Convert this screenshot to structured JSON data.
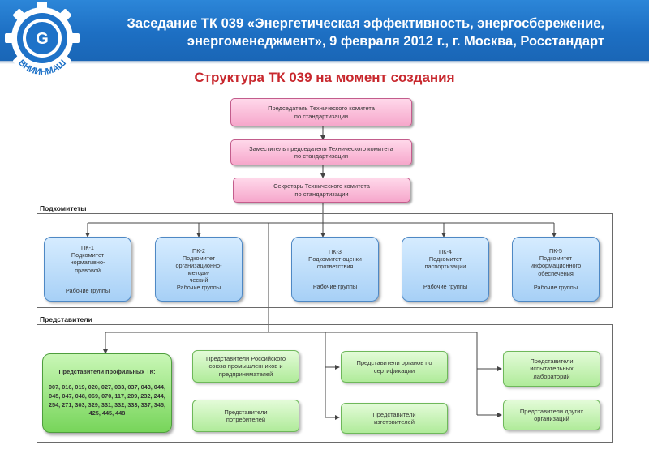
{
  "header": {
    "line1": "Заседание ТК 039 «Энергетическая эффективность, энергосбережение,",
    "line2": "энергоменеджмент», 9 февраля 2012 г., г. Москва, Росстандарт",
    "logo_text": "ВНИИНМАШ",
    "colors": {
      "band": "#1d6fc3",
      "logo": "#1e72c8"
    }
  },
  "title": "Структура ТК 039 на момент создания",
  "chairman": {
    "line1": "Председатель Технического комитета",
    "line2": "по стандартизации"
  },
  "deputy": {
    "line1": "Заместитель председателя Технического комитета",
    "line2": "по стандартизации"
  },
  "secretary": {
    "line1": "Секретарь Технического комитета",
    "line2": "по стандартизации"
  },
  "subcommittees_label": "Подкомитеты",
  "subcommittees": [
    {
      "code": "ПК-1",
      "lines": [
        "Подкомитет",
        "нормативно-",
        "правовой"
      ],
      "groups": "Рабочие группы"
    },
    {
      "code": "ПК-2",
      "lines": [
        "Подкомитет",
        "организационно-",
        "методи-",
        "ческий"
      ],
      "groups": "Рабочие группы"
    },
    {
      "code": "ПК-3",
      "lines": [
        "Подкомитет оценки",
        "соответствия"
      ],
      "groups": "Рабочие группы"
    },
    {
      "code": "ПК-4",
      "lines": [
        "Подкомитет",
        "паспортизации"
      ],
      "groups": "Рабочие группы"
    },
    {
      "code": "ПК-5",
      "lines": [
        "Подкомитет",
        "информационного",
        "обеспечения"
      ],
      "groups": "Рабочие группы"
    }
  ],
  "representatives_label": "Представители",
  "representatives": {
    "profile": {
      "title": "Представители профильных ТК:",
      "numbers": "007, 016, 019, 020, 027, 033, 037, 043, 044, 045, 047, 048, 069, 070, 117, 209, 232, 244, 254, 271, 303, 329, 331, 332, 333, 337, 345, 425, 445, 448"
    },
    "rspp": {
      "line1": "Представители Российского",
      "line2": "союза промышленников и",
      "line3": "предпринимателей"
    },
    "consumers": {
      "line1": "Представители",
      "line2": "потребителей"
    },
    "certification": {
      "line1": "Представители органов по",
      "line2": "сертификации"
    },
    "manufacturers": {
      "line1": "Представители",
      "line2": "изготовителей"
    },
    "labs": {
      "line1": "Представители",
      "line2": "испытательных",
      "line3": "лабораторий"
    },
    "others": {
      "line1": "Представители других",
      "line2": "организаций"
    }
  }
}
